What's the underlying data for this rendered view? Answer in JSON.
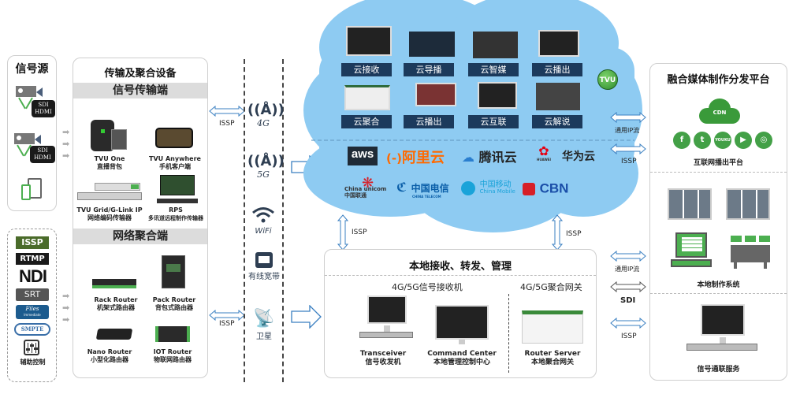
{
  "signal_source": {
    "title": "信号源",
    "tags": [
      "SDI\nHDMI",
      "SDI\nHDMI"
    ],
    "icons": [
      "camera-icon",
      "camera-icon",
      "mobile-tablet-icon"
    ]
  },
  "protocols": {
    "items": [
      "ISSP",
      "RTMP",
      "NDI",
      "SRT",
      "Files",
      "SMPTE"
    ],
    "files_sub": "Immediate",
    "aux_label": "辅助控制"
  },
  "transmission": {
    "title": "传输及聚合设备",
    "signal_section": "信号传输端",
    "signal_devices": [
      {
        "name": "TVU One",
        "desc": "直播背包"
      },
      {
        "name": "TVU Anywhere",
        "desc": "手机客户端"
      },
      {
        "name": "TVU Grid/G-Link IP",
        "desc": "网络编码传输器"
      },
      {
        "name": "RPS",
        "desc": "多讯道远程制作传输器"
      }
    ],
    "network_section": "网络聚合端",
    "network_devices": [
      {
        "name": "Rack Router",
        "desc": "机架式路由器"
      },
      {
        "name": "Pack Router",
        "desc": "背包式路由器"
      },
      {
        "name": "Nano Router",
        "desc": "小型化路由器"
      },
      {
        "name": "IOT Router",
        "desc": "物联网路由器"
      }
    ]
  },
  "links": {
    "issp_top": "ISSP",
    "issp_bottom": "ISSP",
    "cloud_left": "ISSP",
    "cloud_right": "ISSP",
    "ip_stream_top": "通用IP流",
    "issp_right_top": "ISSP",
    "ip_stream_bottom": "通用IP流",
    "sdi": "SDI",
    "issp_right_bottom": "ISSP"
  },
  "networks": [
    {
      "icon": "cell-tower-icon",
      "label": "4G"
    },
    {
      "icon": "cell-tower-icon",
      "label": "5G"
    },
    {
      "icon": "wifi-icon",
      "label": "WiFi"
    },
    {
      "icon": "ethernet-icon",
      "label": "有线宽带"
    },
    {
      "icon": "satellite-dish-icon",
      "label": "卫星"
    }
  ],
  "cloud": {
    "services": [
      "云接收",
      "云导播",
      "云智媒",
      "云播出",
      "云聚合",
      "云播出",
      "云互联",
      "云解说"
    ],
    "badge": "TVU",
    "providers": [
      "aws",
      "阿里云",
      "腾讯云",
      "HUAWEI",
      "华为云"
    ],
    "carriers": [
      "China unicom中国联通",
      "中国电信",
      "CHINA TELECOM",
      "中国移动",
      "China Mobile",
      "CBN"
    ]
  },
  "local": {
    "title": "本地接收、转发、管理",
    "receiver_section": "4G/5G信号接收机",
    "gateway_section": "4G/5G聚合网关",
    "devices": [
      {
        "name": "Transceiver",
        "desc": "信号收发机"
      },
      {
        "name": "Command Center",
        "desc": "本地管理控制中心"
      },
      {
        "name": "Router Server",
        "desc": "本地聚合网关"
      }
    ]
  },
  "platform": {
    "title": "融合媒体制作分发平台",
    "cdn": "CDN",
    "social": [
      "f",
      "t",
      "YOUKU",
      "▶",
      "◎"
    ],
    "internet_label": "互联网播出平台",
    "local_label": "本地制作系统",
    "service_label": "信号通联服务"
  }
}
